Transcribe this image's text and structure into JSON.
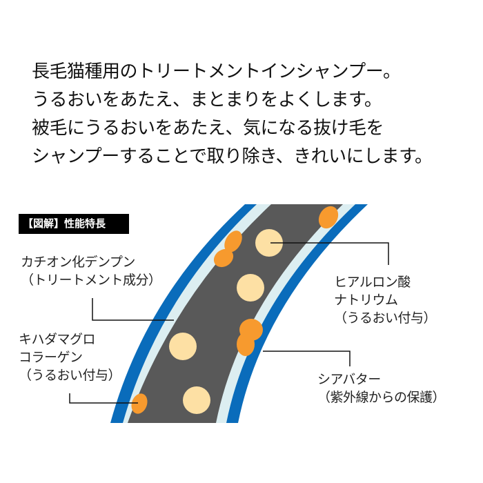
{
  "intro": {
    "lines": [
      "長毛猫種用のトリートメントインシャンプー。",
      "うるおいをあたえ、まとまりをよくします。",
      "被毛にうるおいをあたえ、気になる抜け毛を",
      "シャンプーすることで取り除き、きれいにします。"
    ]
  },
  "diagram": {
    "title": "【図解】性能特長",
    "labels": {
      "cationic_starch": {
        "line1": "カチオン化デンプン",
        "line2": "（トリートメント成分）"
      },
      "collagen": {
        "line1": "キハダマグロ",
        "line2": "コラーゲン",
        "line3": "（うるおい付与）"
      },
      "hyaluronic": {
        "line1": "ヒアルロン酸",
        "line2": "ナトリウム",
        "line3": "（うるおい付与）"
      },
      "shea": {
        "line1": "シアバター",
        "line2": "（紫外線からの保護）"
      }
    },
    "colors": {
      "outer_band": "#0a6cbb",
      "inner_band": "#dceef1",
      "hair_core": "#595959",
      "orange_particle": "#f79a2e",
      "cream_particle": "#fde0a4",
      "leader_line": "#111111"
    }
  }
}
